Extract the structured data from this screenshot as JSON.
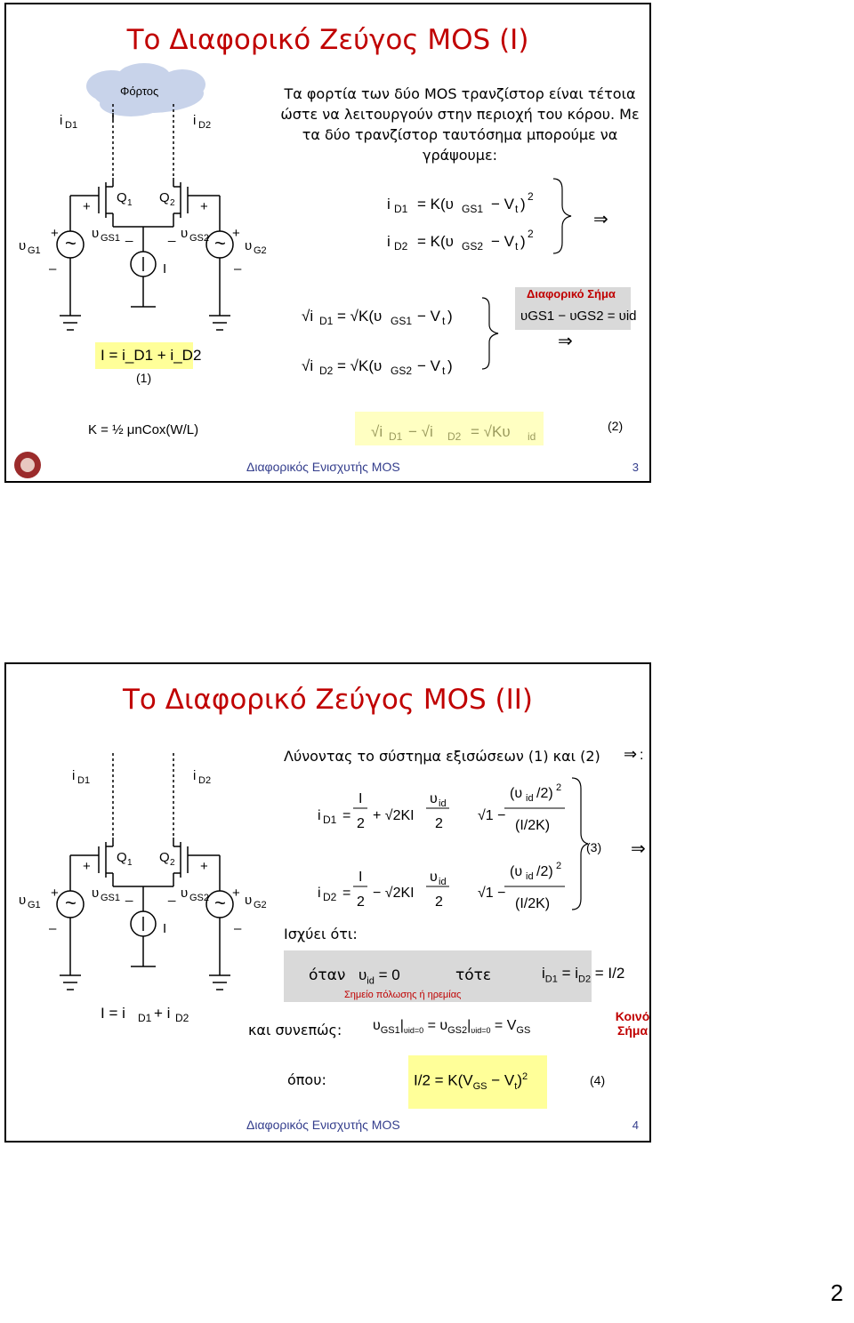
{
  "slide1": {
    "title": "Το Διαφορικό Ζεύγος MOS (I)",
    "load_label": "Φόρτος",
    "description": "Τα φορτία των δύο MOS τρανζίστορ είναι τέτοια ώστε να λειτουργούν στην περιοχή του κόρου. Με τα δύο τρανζίστορ ταυτόσημα μπορούμε να γράψουμε:",
    "eq_current_sum": "I = i_D1 + i_D2",
    "eq_current_sum_num": "(1)",
    "eq_k_def": "K = ½ μnCox(W/L)",
    "diff_signal_label": "Διαφορικό Σήμα",
    "eq_diff": "υGS1 − υGS2 = υid",
    "eq_num_2": "(2)",
    "footer": "Διαφορικός Ενισχυτής MOS",
    "page": "3"
  },
  "slide2": {
    "title": "Το Διαφορικό Ζεύγος MOS (II)",
    "solving_text": "Λύνοντας το σύστημα εξισώσεων (1) και (2)",
    "eq_num_3": "(3)",
    "holds_text": "Ισχύει ότι:",
    "when": "όταν",
    "then": "τότε",
    "bias_point": "Σημείο πόλωσης ή ηρεμίας",
    "common_signal": "Κοινό Σήμα",
    "therefore": "και συνεπώς:",
    "where": "όπου:",
    "eq_num_4": "(4)",
    "footer": "Διαφορικός Ενισχυτής MOS",
    "page": "4"
  },
  "page_number": "2",
  "colors": {
    "title": "#c00000",
    "footer": "#333d8c",
    "highlight": "#ffff99",
    "gray_box": "#d9d9d9"
  }
}
